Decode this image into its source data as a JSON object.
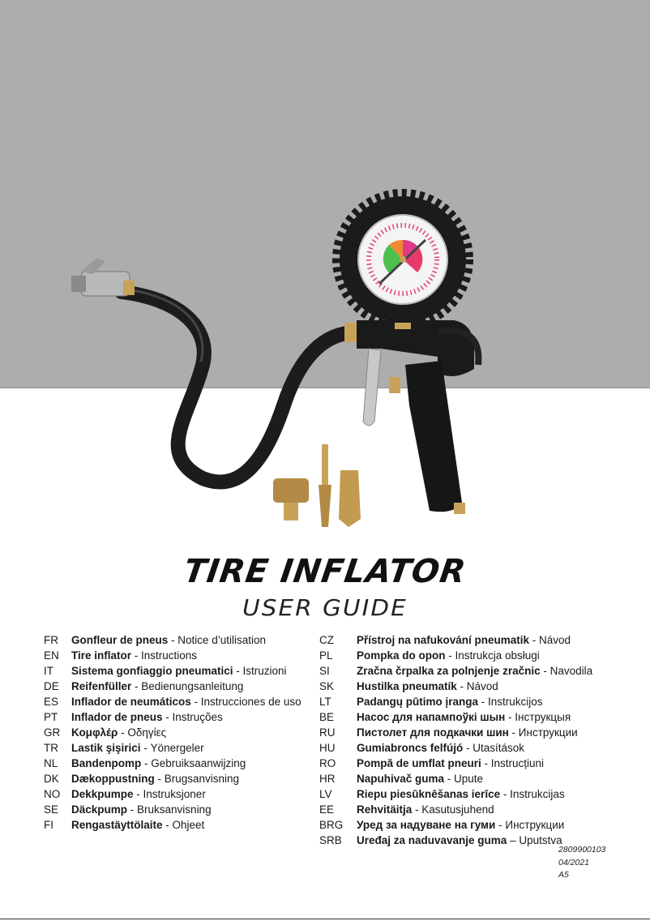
{
  "cover": {
    "title": "TIRE INFLATOR",
    "subtitle": "USER GUIDE",
    "background_color": "#adadad"
  },
  "languages_left": [
    {
      "code": "FR",
      "name": "Gonfleur de pneus",
      "sep": " - ",
      "doc": "Notice d’utilisation"
    },
    {
      "code": "EN",
      "name": "Tire inflator",
      "sep": " - ",
      "doc": "Instructions"
    },
    {
      "code": "IT",
      "name": "Sistema gonfiaggio pneumatici",
      "sep": " - ",
      "doc": "Istruzioni"
    },
    {
      "code": "DE",
      "name": "Reifenfüller",
      "sep": " - ",
      "doc": "Bedienungsanleitung"
    },
    {
      "code": "ES",
      "name": "Inflador de neumáticos",
      "sep": " - ",
      "doc": "Instrucciones de uso"
    },
    {
      "code": "PT",
      "name": "Inflador de pneus",
      "sep": " - ",
      "doc": "Instruções"
    },
    {
      "code": "GR",
      "name": "Κομφλέρ",
      "sep": " - ",
      "doc": "Οδηγίες"
    },
    {
      "code": "TR",
      "name": "Lastik şişirici",
      "sep": " - ",
      "doc": "Yönergeler"
    },
    {
      "code": "NL",
      "name": "Bandenpomp",
      "sep": " - ",
      "doc": "Gebruiksaanwijzing"
    },
    {
      "code": "DK",
      "name": "Dækoppustning",
      "sep": " - ",
      "doc": "Brugsanvisning"
    },
    {
      "code": "NO",
      "name": "Dekkpumpe",
      "sep": " - ",
      "doc": "Instruksjoner"
    },
    {
      "code": "SE",
      "name": "Däckpump",
      "sep": " - ",
      "doc": "Bruksanvisning"
    },
    {
      "code": "FI",
      "name": "Rengastäyttölaite",
      "sep": " - ",
      "doc": "Ohjeet"
    }
  ],
  "languages_right": [
    {
      "code": "CZ",
      "name": "Přístroj na nafukování pneumatik",
      "sep": " - ",
      "doc": "Návod"
    },
    {
      "code": "PL",
      "name": "Pompka do opon",
      "sep": " - ",
      "doc": "Instrukcja obsługi"
    },
    {
      "code": "SI",
      "name": "Zračna črpalka za polnjenje zračnic",
      "sep": " - ",
      "doc": "Navodila"
    },
    {
      "code": "SK",
      "name": "Hustilka pneumatík",
      "sep": " - ",
      "doc": "Návod"
    },
    {
      "code": "LT",
      "name": "Padangų pūtimo įranga",
      "sep": " - ",
      "doc": "Instrukcijos"
    },
    {
      "code": "BE",
      "name": "Насос для напампоўкі шын",
      "sep": " - ",
      "doc": "Інструкцыя"
    },
    {
      "code": "RU",
      "name": "Пистолет для подкачки шин",
      "sep": " - ",
      "doc": "Инструкции"
    },
    {
      "code": "HU",
      "name": "Gumiabroncs felfújó",
      "sep": " - ",
      "doc": "Utasítások"
    },
    {
      "code": "RO",
      "name": "Pompă de umflat pneuri",
      "sep": " - ",
      "doc": "Instrucțiuni"
    },
    {
      "code": "HR",
      "name": "Napuhivač guma",
      "sep": " - ",
      "doc": "Upute"
    },
    {
      "code": "LV",
      "name": "Riepu piesūknēšanas ierīce",
      "sep": " - ",
      "doc": "Instrukcijas"
    },
    {
      "code": "EE",
      "name": "Rehvitäitja",
      "sep": " - ",
      "doc": "Kasutusjuhend"
    },
    {
      "code": "BRG",
      "name": "Уред за надуване на гуми",
      "sep": " - ",
      "doc": "Инструкции"
    },
    {
      "code": "SRB",
      "name": "Uređaj za naduvavanje guma",
      "sep": " – ",
      "doc": "Uputstva"
    }
  ],
  "meta": {
    "article_number": "2809900103",
    "date": "04/2021",
    "format": "A5"
  }
}
